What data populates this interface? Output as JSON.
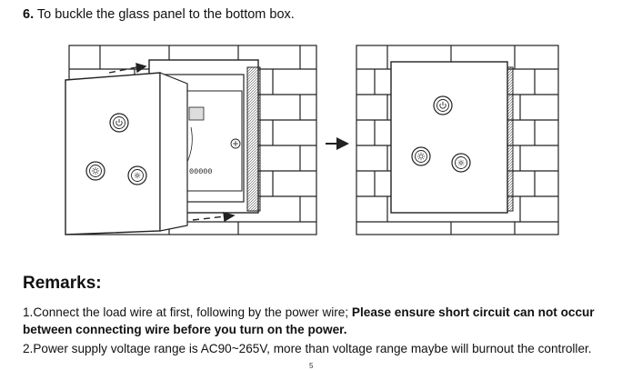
{
  "instruction": {
    "number": "6.",
    "text": "To buckle the glass panel to the bottom box."
  },
  "figure": {
    "module_digits": "00000"
  },
  "remarks": {
    "heading": "Remarks:",
    "note1_plain": "1.Connect the load wire at first, following by the power wire; ",
    "note1_bold_a": "Please ensure short circuit can not occur",
    "note1_bold_b": "between connecting wire before you turn on the power.",
    "note2": "2.Power supply voltage range is AC90~265V, more than voltage range maybe will burnout the controller."
  },
  "page_number": "5"
}
